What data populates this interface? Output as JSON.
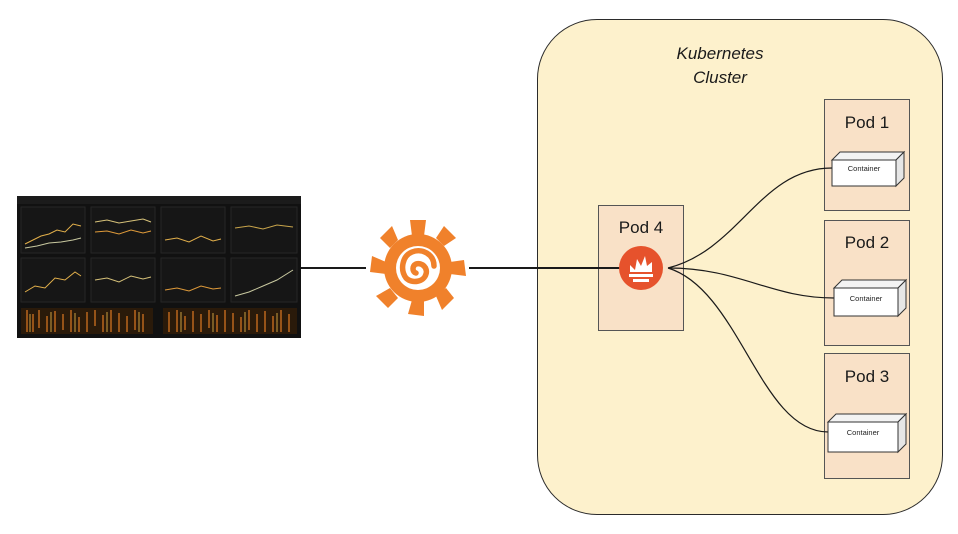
{
  "cluster": {
    "title_line1": "Kubernetes",
    "title_line2": "Cluster"
  },
  "pods": [
    {
      "label": "Pod 1",
      "container": "Container"
    },
    {
      "label": "Pod 2",
      "container": "Container"
    },
    {
      "label": "Pod 3",
      "container": "Container"
    },
    {
      "label": "Pod 4"
    }
  ],
  "colors": {
    "cluster_fill": "#fdf1cc",
    "pod_fill": "#f9e1c7",
    "grafana_orange": "#f0812b",
    "prometheus_orange": "#e6522c",
    "dashboard_bg": "#111111"
  },
  "icons": {
    "dashboard": "grafana-dashboard-screenshot",
    "grafana": "grafana-logo-icon",
    "prometheus": "prometheus-logo-icon"
  }
}
